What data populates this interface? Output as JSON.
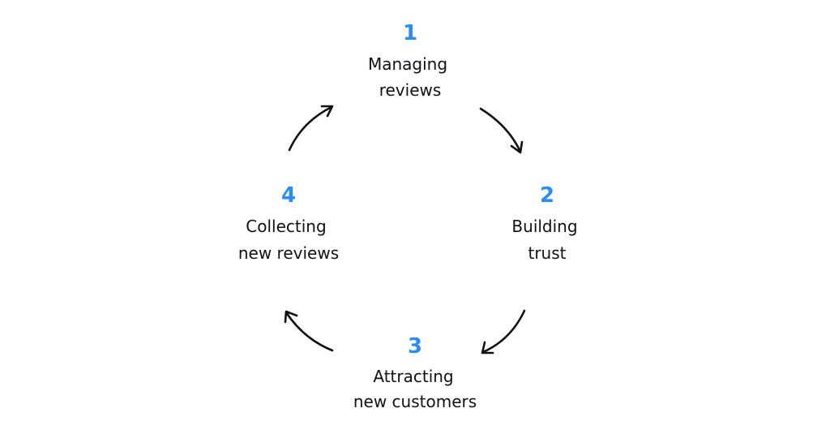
{
  "steps": [
    {
      "number": "1",
      "label_lines": [
        "Managing",
        "reviews"
      ]
    },
    {
      "number": "2",
      "label_lines": [
        "Building",
        "trust"
      ]
    },
    {
      "number": "3",
      "label_lines": [
        "Attracting",
        "new customers"
      ]
    },
    {
      "number": "4",
      "label_lines": [
        "Collecting",
        "new reviews"
      ]
    }
  ],
  "colors": {
    "number": "#2b8df2",
    "text": "#111111",
    "arrow": "#111111",
    "background": "#ffffff"
  }
}
